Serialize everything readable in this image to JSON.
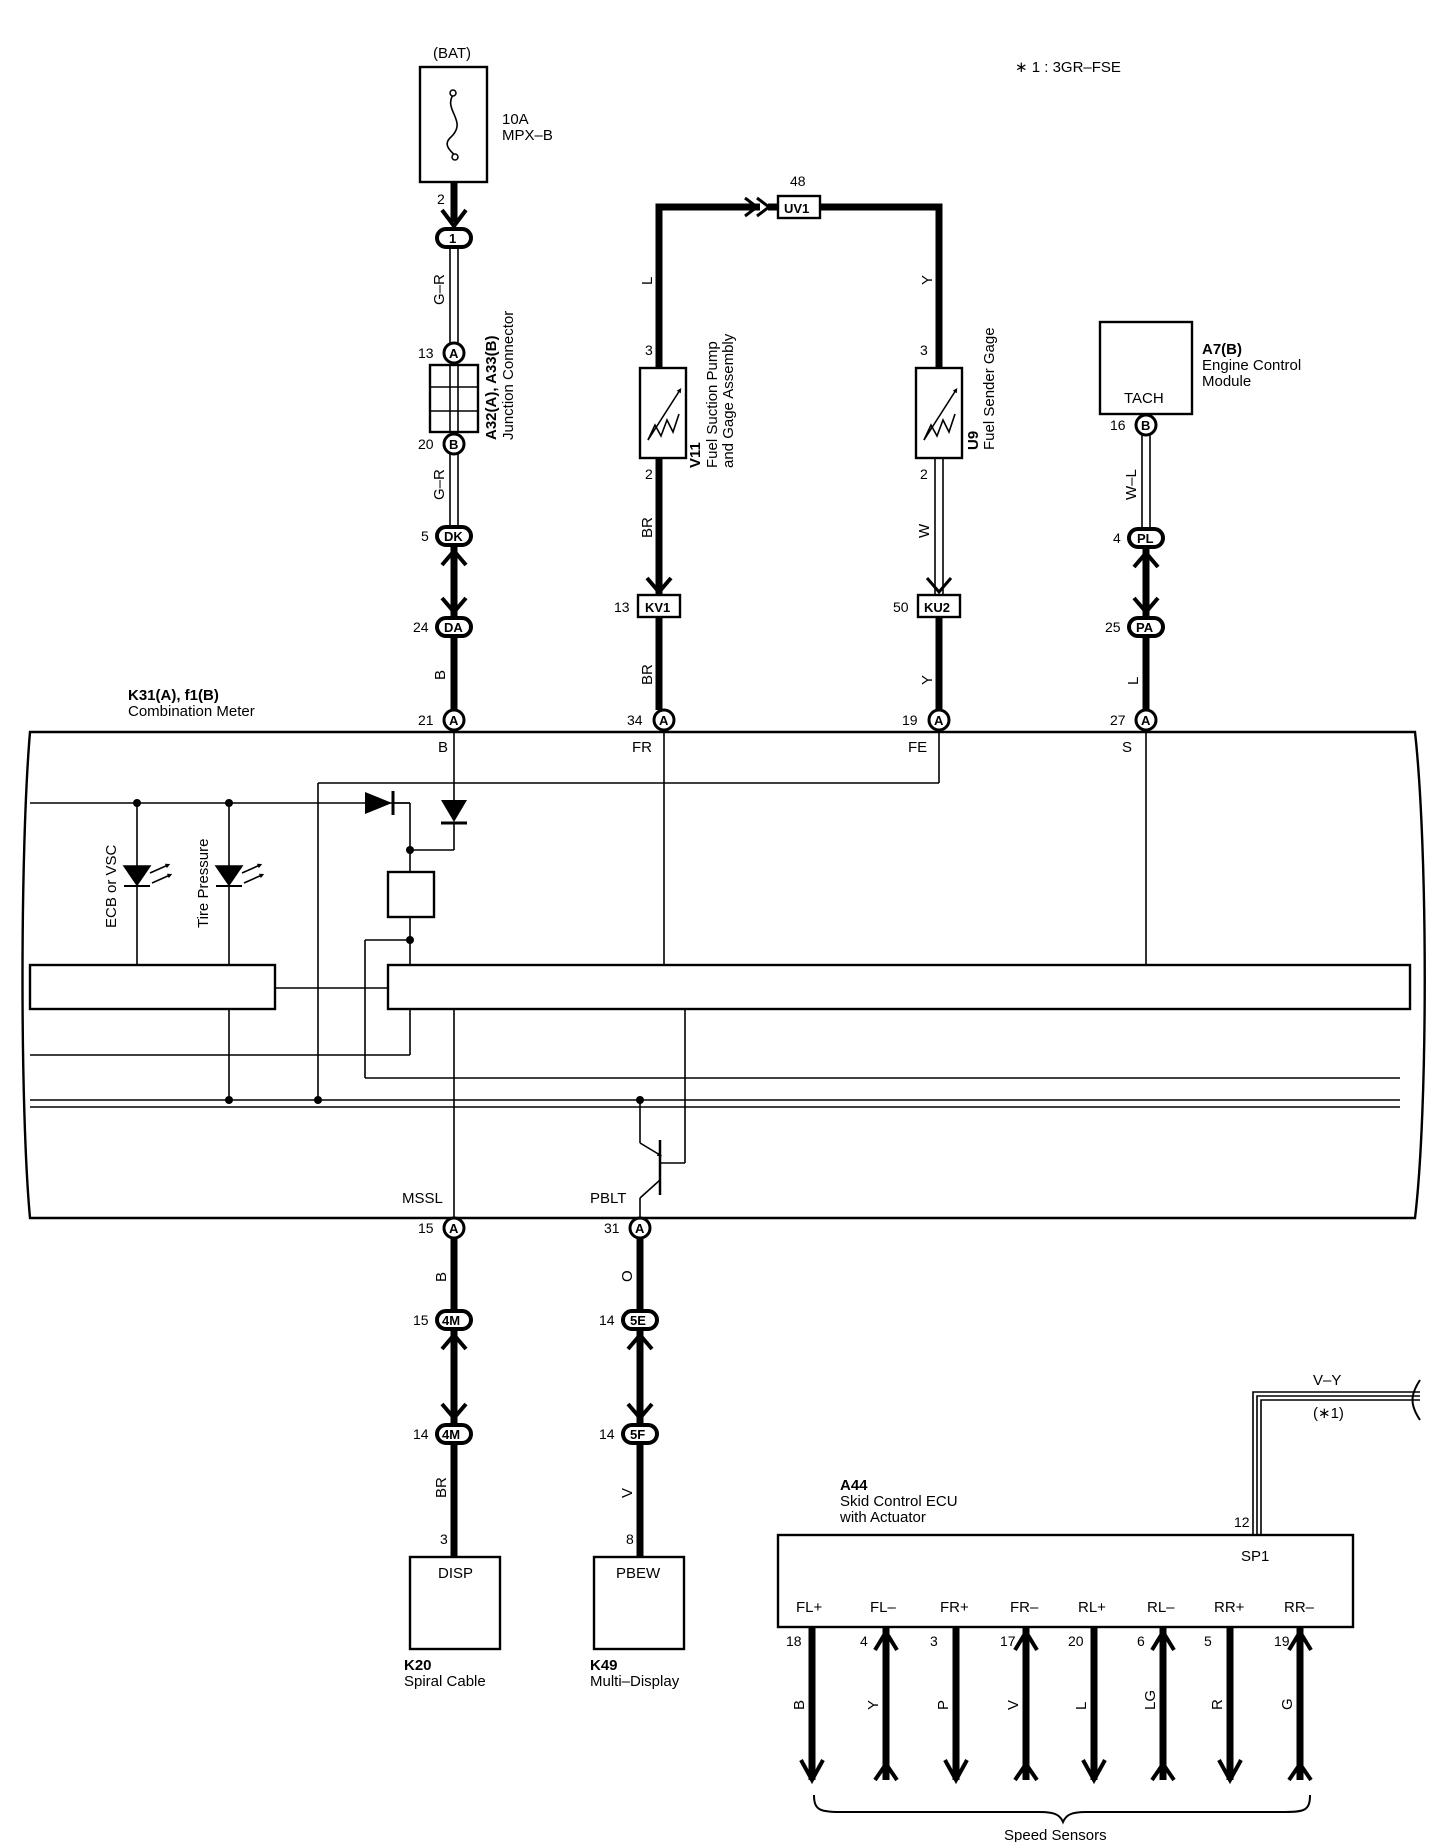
{
  "note": "∗ 1 : 3GR–FSE",
  "power": {
    "source": "(BAT)",
    "fuse_rating": "10A",
    "fuse_name": "MPX–B",
    "pin": "2"
  },
  "junction": {
    "id": "A32(A), A33(B)",
    "name": "Junction Connector",
    "pin_top": "13",
    "conn_top": "A",
    "pin_bottom": "20",
    "conn_bottom": "B"
  },
  "connectors": {
    "c1": {
      "label": "1"
    },
    "dk": {
      "pin": "5",
      "label": "DK"
    },
    "da": {
      "pin": "24",
      "label": "DA"
    },
    "uv1": {
      "pin": "48",
      "label": "UV1"
    },
    "kv1": {
      "pin": "13",
      "label": "KV1"
    },
    "ku2": {
      "pin": "50",
      "label": "KU2"
    },
    "pl": {
      "pin": "4",
      "label": "PL"
    },
    "pa": {
      "pin": "25",
      "label": "PA"
    },
    "m4_top": {
      "pin": "15",
      "label": "4M"
    },
    "m4_bot": {
      "pin": "14",
      "label": "4M"
    },
    "e5": {
      "pin": "14",
      "label": "5E"
    },
    "f5": {
      "pin": "14",
      "label": "5F"
    }
  },
  "wires": {
    "gr1": "G–R",
    "gr2": "G–R",
    "b1": "B",
    "l1": "L",
    "y1": "Y",
    "br1": "BR",
    "br2": "BR",
    "w1": "W",
    "y2": "Y",
    "wl": "W–L",
    "l2": "L",
    "b2": "B",
    "br3": "BR",
    "o1": "O",
    "v1": "V",
    "vy": "V–Y",
    "note1": "(∗1)"
  },
  "fuel_pump": {
    "id": "V11",
    "name1": "Fuel Suction Pump",
    "name2": "and Gage Assembly",
    "pin_top": "3",
    "pin_bottom": "2"
  },
  "fuel_sender": {
    "id": "U9",
    "name": "Fuel Sender Gage",
    "pin_top": "3",
    "pin_bottom": "2"
  },
  "ecm": {
    "id": "A7(B)",
    "name1": "Engine Control",
    "name2": "Module",
    "terminal": "TACH",
    "pin": "16",
    "conn": "B"
  },
  "meter": {
    "id": "K31(A), f1(B)",
    "name": "Combination Meter",
    "top_pins": [
      {
        "pin": "21",
        "conn": "A",
        "term": "B"
      },
      {
        "pin": "34",
        "conn": "A",
        "term": "FR"
      },
      {
        "pin": "19",
        "conn": "A",
        "term": "FE"
      },
      {
        "pin": "27",
        "conn": "A",
        "term": "S"
      }
    ],
    "bottom_pins": [
      {
        "pin": "15",
        "conn": "A",
        "term": "MSSL"
      },
      {
        "pin": "31",
        "conn": "A",
        "term": "PBLT"
      }
    ],
    "led1": "ECB or VSC",
    "led2": "Tire Pressure"
  },
  "spiral": {
    "id": "K20",
    "name": "Spiral Cable",
    "terminal": "DISP",
    "pin": "3"
  },
  "multi": {
    "id": "K49",
    "name": "Multi–Display",
    "terminal": "PBEW",
    "pin": "8"
  },
  "skid": {
    "id": "A44",
    "name1": "Skid Control ECU",
    "name2": "with Actuator",
    "sp_term": "SP1",
    "sp_pin": "12",
    "sensors": [
      {
        "term": "FL+",
        "pin": "18",
        "wire": "B"
      },
      {
        "term": "FL–",
        "pin": "4",
        "wire": "Y"
      },
      {
        "term": "FR+",
        "pin": "3",
        "wire": "P"
      },
      {
        "term": "FR–",
        "pin": "17",
        "wire": "V"
      },
      {
        "term": "RL+",
        "pin": "20",
        "wire": "L"
      },
      {
        "term": "RL–",
        "pin": "6",
        "wire": "LG"
      },
      {
        "term": "RR+",
        "pin": "5",
        "wire": "R"
      },
      {
        "term": "RR–",
        "pin": "19",
        "wire": "G"
      }
    ],
    "sensors_label": "Speed Sensors"
  }
}
